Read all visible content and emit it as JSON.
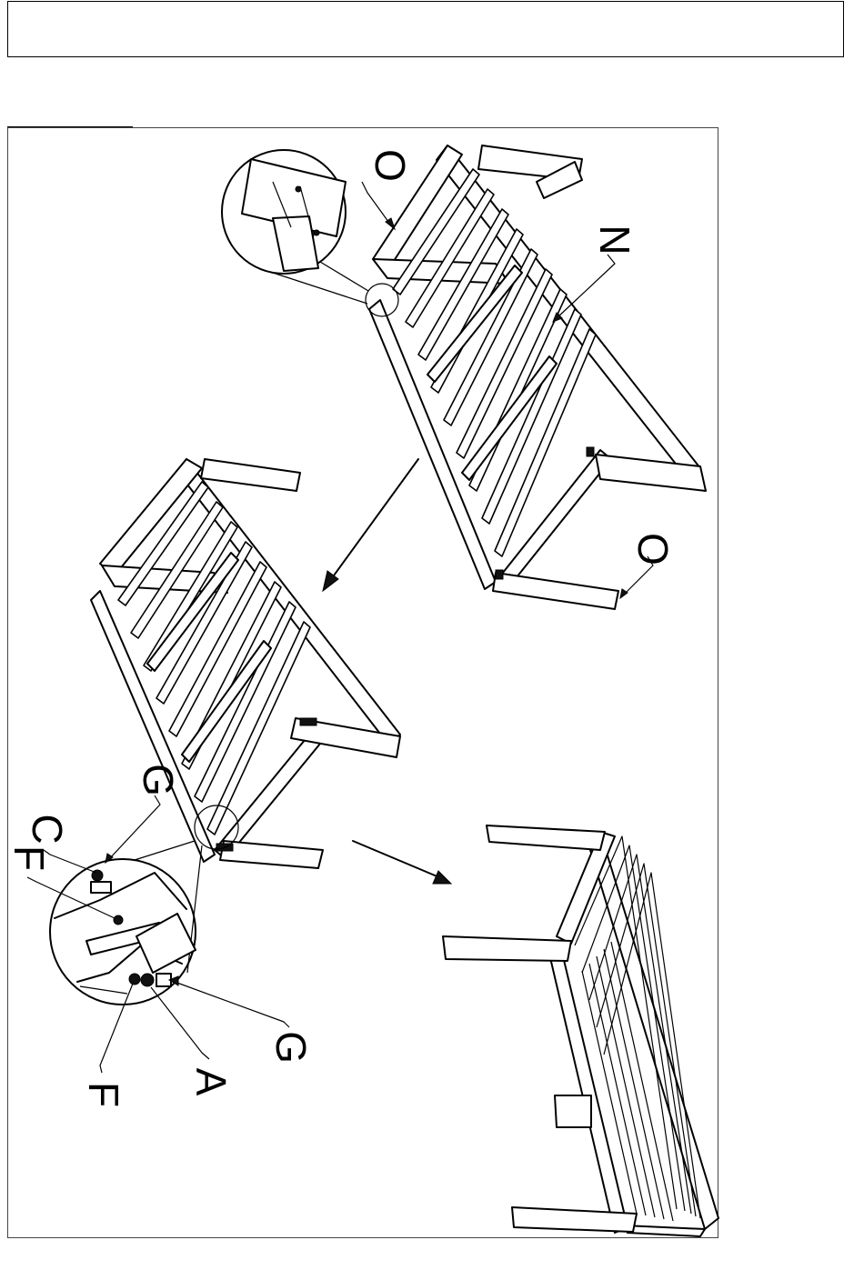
{
  "header": {
    "text": ""
  },
  "labels": {
    "top_o": "O",
    "n": "N",
    "right_o": "O",
    "g_top": "G",
    "c": "C",
    "f_top": "F",
    "g_bottom": "G",
    "a": "A",
    "f_bottom": "F"
  },
  "colors": {
    "ink": "#000000",
    "paper": "#ffffff"
  }
}
